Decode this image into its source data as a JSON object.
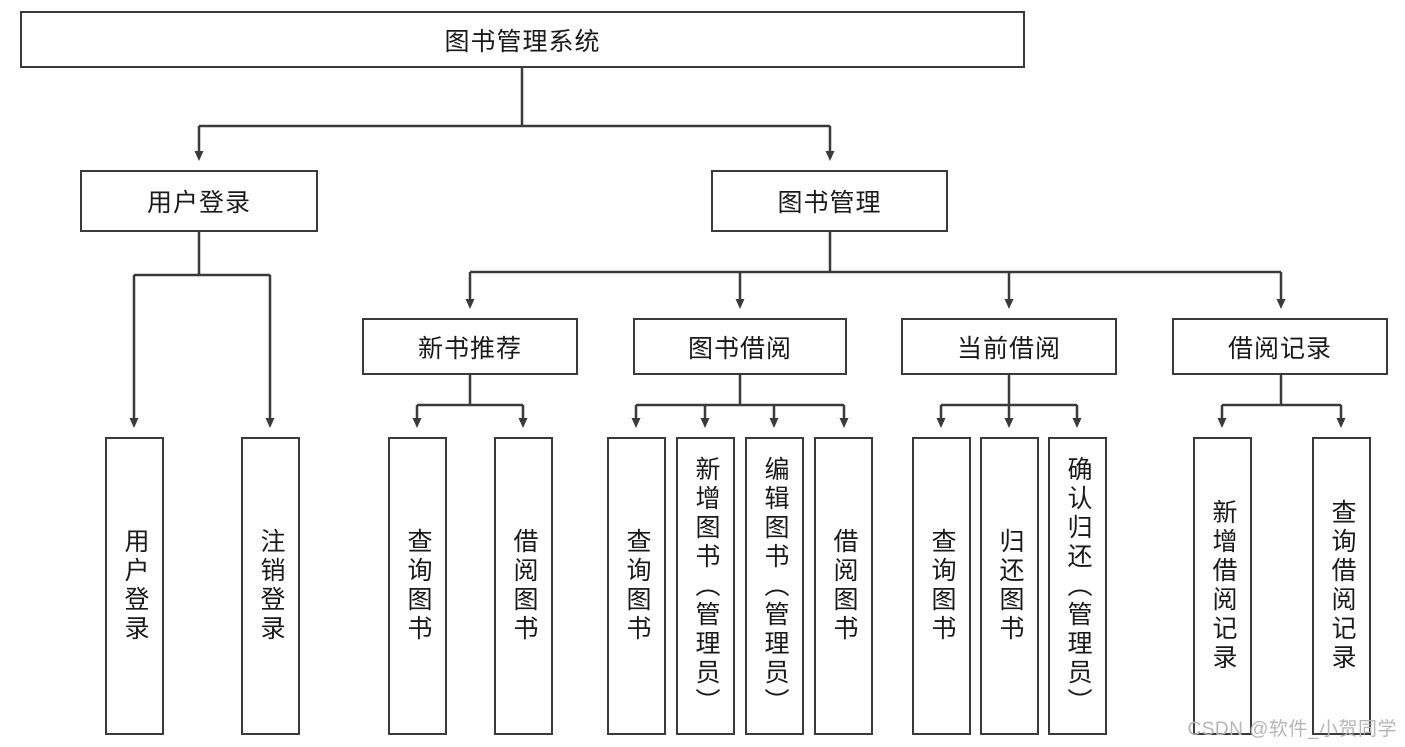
{
  "diagram": {
    "title": "图书管理系统",
    "type": "hierarchy-tree",
    "colors": {
      "box_border": "#3a3a3a",
      "box_fill": "#ffffff",
      "connector": "#3a3a3a",
      "text": "#1a1a1a",
      "background": "#ffffff",
      "watermark": "#b6b6b6"
    },
    "root": {
      "label": "图书管理系统"
    },
    "level2": [
      {
        "label": "用户登录"
      },
      {
        "label": "图书管理"
      }
    ],
    "level3": [
      {
        "label": "新书推荐"
      },
      {
        "label": "图书借阅"
      },
      {
        "label": "当前借阅"
      },
      {
        "label": "借阅记录"
      }
    ],
    "leaves": {
      "user_login": [
        {
          "label": "用户登录"
        },
        {
          "label": "注销登录"
        }
      ],
      "new_book_recommend": [
        {
          "label": "查询图书"
        },
        {
          "label": "借阅图书"
        }
      ],
      "book_borrow": [
        {
          "label": "查询图书"
        },
        {
          "label": "新增图书（管理员）"
        },
        {
          "label": "编辑图书（管理员）"
        },
        {
          "label": "借阅图书"
        }
      ],
      "current_borrow": [
        {
          "label": "查询图书"
        },
        {
          "label": "归还图书"
        },
        {
          "label": "确认归还（管理员）"
        }
      ],
      "borrow_records": [
        {
          "label": "新增借阅记录"
        },
        {
          "label": "查询借阅记录"
        }
      ]
    }
  },
  "watermark": {
    "text": "CSDN @软件_小贺同学"
  }
}
